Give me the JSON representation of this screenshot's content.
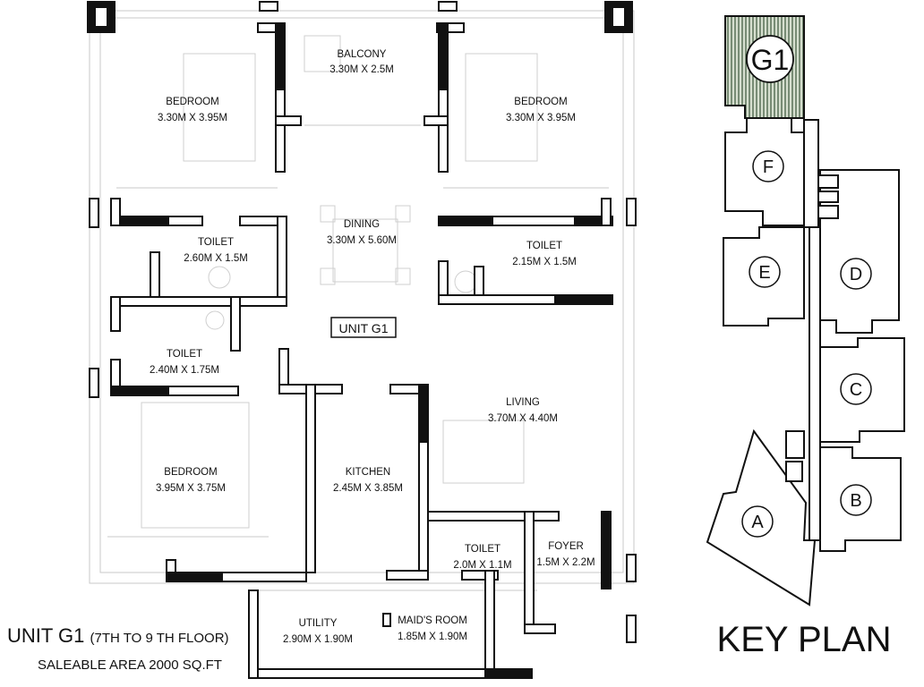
{
  "unit_tag": "UNIT G1",
  "rooms": {
    "balcony": {
      "name": "BALCONY",
      "dim": "3.30M X 2.5M"
    },
    "bedroom_l": {
      "name": "BEDROOM",
      "dim": "3.30M X 3.95M"
    },
    "bedroom_r": {
      "name": "BEDROOM",
      "dim": "3.30M X 3.95M"
    },
    "dining": {
      "name": "DINING",
      "dim": "3.30M X 5.60M"
    },
    "toilet_1": {
      "name": "TOILET",
      "dim": "2.60M X 1.5M"
    },
    "toilet_2": {
      "name": "TOILET",
      "dim": "2.15M X 1.5M"
    },
    "toilet_3": {
      "name": "TOILET",
      "dim": "2.40M X 1.75M"
    },
    "living": {
      "name": "LIVING",
      "dim": "3.70M X 4.40M"
    },
    "bedroom_b": {
      "name": "BEDROOM",
      "dim": "3.95M X 3.75M"
    },
    "kitchen": {
      "name": "KITCHEN",
      "dim": "2.45M X 3.85M"
    },
    "toilet_4": {
      "name": "TOILET",
      "dim": "2.0M X 1.1M"
    },
    "foyer": {
      "name": "FOYER",
      "dim": "1.5M X 2.2M"
    },
    "utility": {
      "name": "UTILITY",
      "dim": "2.90M X 1.90M"
    },
    "maid": {
      "name": "MAID'S ROOM",
      "dim": "1.85M X 1.90M"
    }
  },
  "caption": {
    "title": "UNIT G1",
    "floors": "(7TH TO 9 TH FLOOR)",
    "area": "SALEABLE AREA 2000 SQ.FT"
  },
  "key_plan": {
    "title": "KEY PLAN",
    "units": [
      "G1",
      "F",
      "E",
      "D",
      "C",
      "B",
      "A"
    ],
    "highlight": "G1",
    "highlight_color": "#cfd8c8"
  }
}
